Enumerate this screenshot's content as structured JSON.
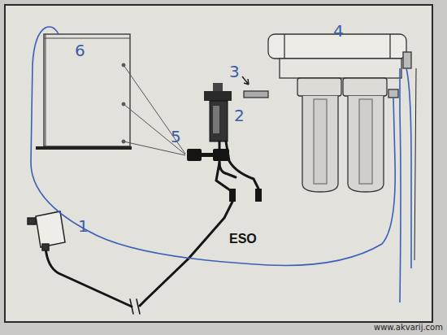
{
  "diagram": {
    "labels": [
      "6",
      "5",
      "2",
      "3",
      "4",
      "1",
      "ESO",
      "www.akvarij.com"
    ]
  }
}
